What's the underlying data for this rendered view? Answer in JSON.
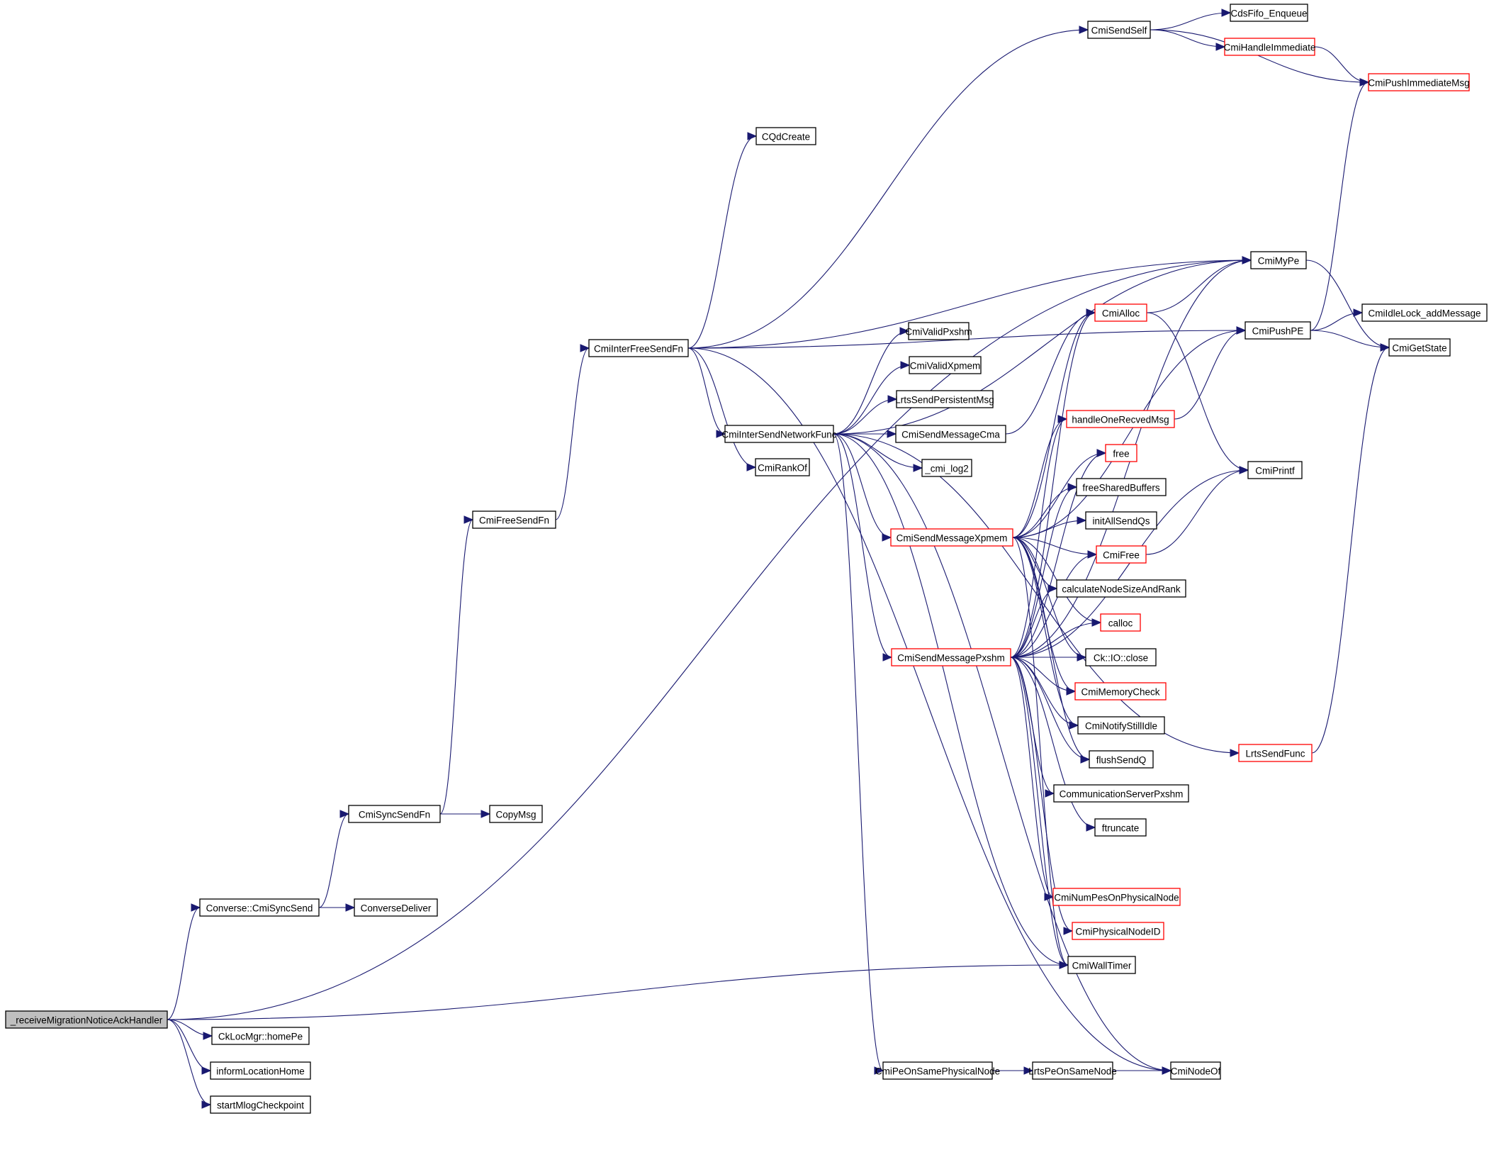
{
  "title": "Call graph of _receiveMigrationNoticeAckHandler",
  "colors": {
    "edge": "#191970",
    "root_fill": "#bfbfbf",
    "node_border": "#000000",
    "truncated_border": "#ff0000"
  },
  "nodes": [
    {
      "id": "root",
      "label": "_receiveMigrationNoticeAckHandler",
      "style": "root"
    },
    {
      "id": "homePe",
      "label": "CkLocMgr::homePe",
      "style": "normal"
    },
    {
      "id": "informLocationHome",
      "label": "informLocationHome",
      "style": "normal"
    },
    {
      "id": "startMlogCheckpoint",
      "label": "startMlogCheckpoint",
      "style": "normal"
    },
    {
      "id": "CmiSyncSend",
      "label": "Converse::CmiSyncSend",
      "style": "normal"
    },
    {
      "id": "ConverseDeliver",
      "label": "ConverseDeliver",
      "style": "normal"
    },
    {
      "id": "CmiSyncSendFn",
      "label": "CmiSyncSendFn",
      "style": "normal"
    },
    {
      "id": "CopyMsg",
      "label": "CopyMsg",
      "style": "normal"
    },
    {
      "id": "CmiFreeSendFn",
      "label": "CmiFreeSendFn",
      "style": "normal"
    },
    {
      "id": "CmiInterFreeSendFn",
      "label": "CmiInterFreeSendFn",
      "style": "normal"
    },
    {
      "id": "CQdCreate",
      "label": "CQdCreate",
      "style": "normal"
    },
    {
      "id": "CmiSendSelf",
      "label": "CmiSendSelf",
      "style": "normal"
    },
    {
      "id": "CdsFifo_Enqueue",
      "label": "CdsFifo_Enqueue",
      "style": "normal"
    },
    {
      "id": "CmiHandleImmediate",
      "label": "CmiHandleImmediate",
      "style": "truncated"
    },
    {
      "id": "CmiPushImmediateMsg",
      "label": "CmiPushImmediateMsg",
      "style": "truncated"
    },
    {
      "id": "CmiMyPe",
      "label": "CmiMyPe",
      "style": "normal"
    },
    {
      "id": "CmiIdleLock_addMessage",
      "label": "CmiIdleLock_addMessage",
      "style": "normal"
    },
    {
      "id": "CmiGetState",
      "label": "CmiGetState",
      "style": "normal"
    },
    {
      "id": "CmiPushPE",
      "label": "CmiPushPE",
      "style": "normal"
    },
    {
      "id": "CmiAlloc",
      "label": "CmiAlloc",
      "style": "truncated"
    },
    {
      "id": "CmiValidPxshm",
      "label": "CmiValidPxshm",
      "style": "normal"
    },
    {
      "id": "CmiValidXpmem",
      "label": "CmiValidXpmem",
      "style": "normal"
    },
    {
      "id": "LrtsSendPersistentMsg",
      "label": "LrtsSendPersistentMsg",
      "style": "normal"
    },
    {
      "id": "CmiInterSendNetworkFunc",
      "label": "CmiInterSendNetworkFunc",
      "style": "normal"
    },
    {
      "id": "CmiSendMessageCma",
      "label": "CmiSendMessageCma",
      "style": "normal"
    },
    {
      "id": "_cmi_log2",
      "label": "_cmi_log2",
      "style": "normal"
    },
    {
      "id": "CmiRankOf",
      "label": "CmiRankOf",
      "style": "normal"
    },
    {
      "id": "handleOneRecvedMsg",
      "label": "handleOneRecvedMsg",
      "style": "truncated"
    },
    {
      "id": "free",
      "label": "free",
      "style": "truncated"
    },
    {
      "id": "CmiPrintf",
      "label": "CmiPrintf",
      "style": "normal"
    },
    {
      "id": "freeSharedBuffers",
      "label": "freeSharedBuffers",
      "style": "normal"
    },
    {
      "id": "CmiSendMessageXpmem",
      "label": "CmiSendMessageXpmem",
      "style": "truncated"
    },
    {
      "id": "initAllSendQs",
      "label": "initAllSendQs",
      "style": "normal"
    },
    {
      "id": "CmiFree",
      "label": "CmiFree",
      "style": "truncated"
    },
    {
      "id": "calculateNodeSizeAndRank",
      "label": "calculateNodeSizeAndRank",
      "style": "normal"
    },
    {
      "id": "calloc",
      "label": "calloc",
      "style": "truncated"
    },
    {
      "id": "CmiSendMessagePxshm",
      "label": "CmiSendMessagePxshm",
      "style": "truncated"
    },
    {
      "id": "CkIOclose",
      "label": "Ck::IO::close",
      "style": "normal"
    },
    {
      "id": "CmiMemoryCheck",
      "label": "CmiMemoryCheck",
      "style": "truncated"
    },
    {
      "id": "CmiNotifyStillIdle",
      "label": "CmiNotifyStillIdle",
      "style": "normal"
    },
    {
      "id": "flushSendQ",
      "label": "flushSendQ",
      "style": "normal"
    },
    {
      "id": "CommunicationServerPxshm",
      "label": "CommunicationServerPxshm",
      "style": "normal"
    },
    {
      "id": "ftruncate",
      "label": "ftruncate",
      "style": "normal"
    },
    {
      "id": "LrtsSendFunc",
      "label": "LrtsSendFunc",
      "style": "truncated"
    },
    {
      "id": "CmiNumPesOnPhysicalNode",
      "label": "CmiNumPesOnPhysicalNode",
      "style": "truncated"
    },
    {
      "id": "CmiPhysicalNodeID",
      "label": "CmiPhysicalNodeID",
      "style": "truncated"
    },
    {
      "id": "CmiWallTimer",
      "label": "CmiWallTimer",
      "style": "normal"
    },
    {
      "id": "CmiPeOnSamePhysicalNode",
      "label": "CmiPeOnSamePhysicalNode",
      "style": "normal"
    },
    {
      "id": "LrtsPeOnSameNode",
      "label": "LrtsPeOnSameNode",
      "style": "normal"
    },
    {
      "id": "CmiNodeOf",
      "label": "CmiNodeOf",
      "style": "normal"
    }
  ],
  "edges": [
    [
      "root",
      "homePe"
    ],
    [
      "root",
      "informLocationHome"
    ],
    [
      "root",
      "startMlogCheckpoint"
    ],
    [
      "root",
      "CmiSyncSend"
    ],
    [
      "root",
      "CmiMyPe"
    ],
    [
      "root",
      "CmiWallTimer"
    ],
    [
      "CmiSyncSend",
      "ConverseDeliver"
    ],
    [
      "CmiSyncSend",
      "CmiSyncSendFn"
    ],
    [
      "CmiSyncSendFn",
      "CopyMsg"
    ],
    [
      "CmiSyncSendFn",
      "CmiFreeSendFn"
    ],
    [
      "CmiFreeSendFn",
      "CmiInterFreeSendFn"
    ],
    [
      "CmiInterFreeSendFn",
      "CmiSendSelf"
    ],
    [
      "CmiInterFreeSendFn",
      "CQdCreate"
    ],
    [
      "CmiInterFreeSendFn",
      "CmiMyPe"
    ],
    [
      "CmiInterFreeSendFn",
      "CmiPushPE"
    ],
    [
      "CmiInterFreeSendFn",
      "CmiInterSendNetworkFunc"
    ],
    [
      "CmiInterFreeSendFn",
      "CmiRankOf"
    ],
    [
      "CmiInterFreeSendFn",
      "CmiNodeOf"
    ],
    [
      "CmiSendSelf",
      "CdsFifo_Enqueue"
    ],
    [
      "CmiSendSelf",
      "CmiHandleImmediate"
    ],
    [
      "CmiSendSelf",
      "CmiPushImmediateMsg"
    ],
    [
      "CmiHandleImmediate",
      "CmiPushImmediateMsg"
    ],
    [
      "CmiMyPe",
      "CmiGetState"
    ],
    [
      "CmiPushPE",
      "CmiIdleLock_addMessage"
    ],
    [
      "CmiPushPE",
      "CmiGetState"
    ],
    [
      "CmiPushPE",
      "CmiPushImmediateMsg"
    ],
    [
      "CmiAlloc",
      "CmiMyPe"
    ],
    [
      "CmiAlloc",
      "CmiPrintf"
    ],
    [
      "handleOneRecvedMsg",
      "CmiPushPE"
    ],
    [
      "CmiFree",
      "CmiPrintf"
    ],
    [
      "LrtsSendFunc",
      "CmiGetState"
    ],
    [
      "CmiInterSendNetworkFunc",
      "CmiMyPe"
    ],
    [
      "CmiInterSendNetworkFunc",
      "CmiValidPxshm"
    ],
    [
      "CmiInterSendNetworkFunc",
      "CmiValidXpmem"
    ],
    [
      "CmiInterSendNetworkFunc",
      "LrtsSendPersistentMsg"
    ],
    [
      "CmiInterSendNetworkFunc",
      "CmiSendMessageCma"
    ],
    [
      "CmiInterSendNetworkFunc",
      "_cmi_log2"
    ],
    [
      "CmiInterSendNetworkFunc",
      "CmiSendMessageXpmem"
    ],
    [
      "CmiInterSendNetworkFunc",
      "CmiSendMessagePxshm"
    ],
    [
      "CmiInterSendNetworkFunc",
      "CmiWallTimer"
    ],
    [
      "CmiInterSendNetworkFunc",
      "CmiPeOnSamePhysicalNode"
    ],
    [
      "CmiInterSendNetworkFunc",
      "LrtsSendFunc"
    ],
    [
      "CmiInterSendNetworkFunc",
      "CmiNodeOf"
    ],
    [
      "CmiSendMessageCma",
      "CmiAlloc"
    ],
    [
      "CmiSendMessageXpmem",
      "CmiAlloc"
    ],
    [
      "CmiSendMessageXpmem",
      "handleOneRecvedMsg"
    ],
    [
      "CmiSendMessageXpmem",
      "free"
    ],
    [
      "CmiSendMessageXpmem",
      "freeSharedBuffers"
    ],
    [
      "CmiSendMessageXpmem",
      "initAllSendQs"
    ],
    [
      "CmiSendMessageXpmem",
      "CmiFree"
    ],
    [
      "CmiSendMessageXpmem",
      "calculateNodeSizeAndRank"
    ],
    [
      "CmiSendMessageXpmem",
      "calloc"
    ],
    [
      "CmiSendMessageXpmem",
      "CkIOclose"
    ],
    [
      "CmiSendMessageXpmem",
      "CmiMemoryCheck"
    ],
    [
      "CmiSendMessageXpmem",
      "CmiNotifyStillIdle"
    ],
    [
      "CmiSendMessageXpmem",
      "flushSendQ"
    ],
    [
      "CmiSendMessageXpmem",
      "CmiWallTimer"
    ],
    [
      "CmiSendMessageXpmem",
      "CmiPushPE"
    ],
    [
      "CmiSendMessagePxshm",
      "CmiAlloc"
    ],
    [
      "CmiSendMessagePxshm",
      "handleOneRecvedMsg"
    ],
    [
      "CmiSendMessagePxshm",
      "free"
    ],
    [
      "CmiSendMessagePxshm",
      "freeSharedBuffers"
    ],
    [
      "CmiSendMessagePxshm",
      "CmiFree"
    ],
    [
      "CmiSendMessagePxshm",
      "calculateNodeSizeAndRank"
    ],
    [
      "CmiSendMessagePxshm",
      "calloc"
    ],
    [
      "CmiSendMessagePxshm",
      "CkIOclose"
    ],
    [
      "CmiSendMessagePxshm",
      "CmiMemoryCheck"
    ],
    [
      "CmiSendMessagePxshm",
      "CmiNotifyStillIdle"
    ],
    [
      "CmiSendMessagePxshm",
      "flushSendQ"
    ],
    [
      "CmiSendMessagePxshm",
      "CommunicationServerPxshm"
    ],
    [
      "CmiSendMessagePxshm",
      "ftruncate"
    ],
    [
      "CmiSendMessagePxshm",
      "CmiNumPesOnPhysicalNode"
    ],
    [
      "CmiSendMessagePxshm",
      "CmiPhysicalNodeID"
    ],
    [
      "CmiSendMessagePxshm",
      "CmiWallTimer"
    ],
    [
      "CmiSendMessagePxshm",
      "CmiPrintf"
    ],
    [
      "CmiSendMessagePxshm",
      "CmiMyPe"
    ],
    [
      "CmiPeOnSamePhysicalNode",
      "LrtsPeOnSameNode"
    ],
    [
      "LrtsPeOnSameNode",
      "CmiNodeOf"
    ]
  ]
}
